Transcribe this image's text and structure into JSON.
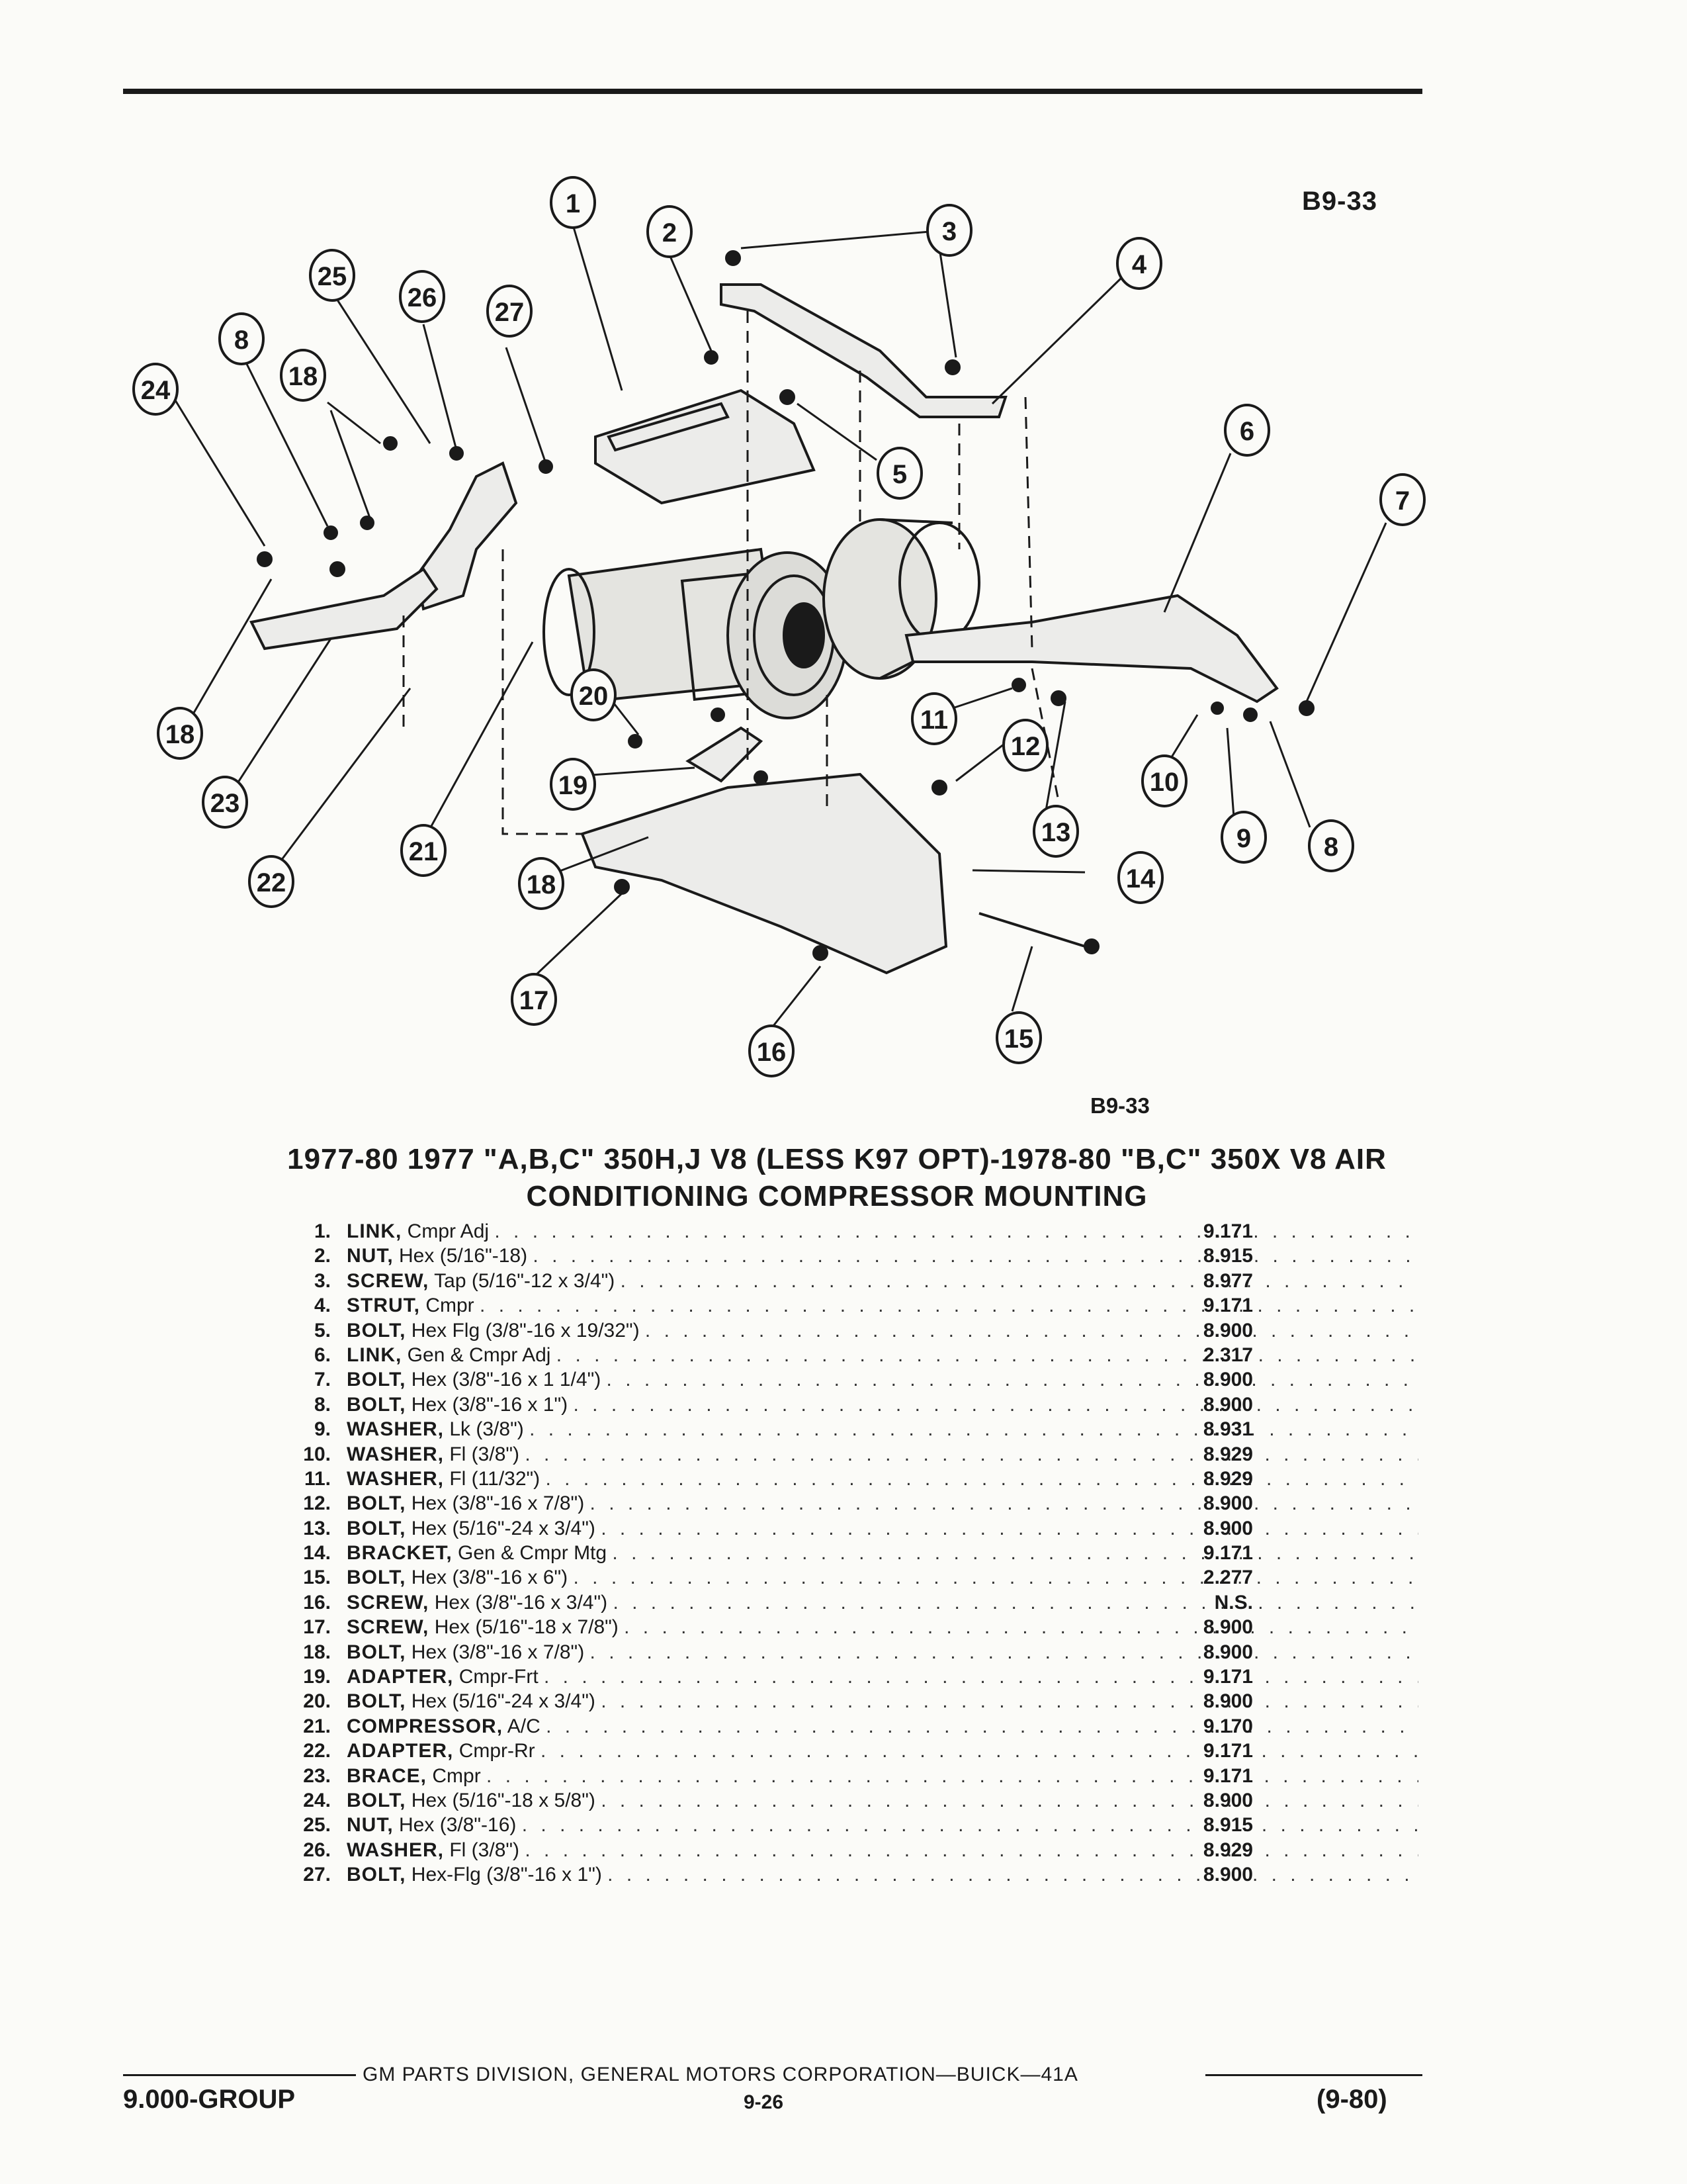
{
  "figure": {
    "code_top": "B9-33",
    "code_bottom": "B9-33"
  },
  "title": {
    "line1": "1977-80 1977 \"A,B,C\" 350H,J V8 (LESS K97 OPT)-1978-80 \"B,C\" 350X V8 AIR",
    "line2": "CONDITIONING COMPRESSOR MOUNTING"
  },
  "callouts": [
    "1",
    "2",
    "3",
    "4",
    "5",
    "6",
    "7",
    "8",
    "8",
    "9",
    "10",
    "11",
    "12",
    "13",
    "14",
    "15",
    "16",
    "17",
    "18",
    "18",
    "18",
    "19",
    "20",
    "21",
    "22",
    "23",
    "24",
    "25",
    "26",
    "27"
  ],
  "parts": [
    {
      "num": "1.",
      "name": "LINK,",
      "spec": "Cmpr Adj",
      "group": "9.171"
    },
    {
      "num": "2.",
      "name": "NUT,",
      "spec": "Hex (5/16\"-18)",
      "group": "8.915"
    },
    {
      "num": "3.",
      "name": "SCREW,",
      "spec": "Tap (5/16\"-12 x 3/4\")",
      "group": "8.977"
    },
    {
      "num": "4.",
      "name": "STRUT,",
      "spec": "Cmpr",
      "group": "9.171"
    },
    {
      "num": "5.",
      "name": "BOLT,",
      "spec": "Hex Flg (3/8\"-16 x 19/32\")",
      "group": "8.900"
    },
    {
      "num": "6.",
      "name": "LINK,",
      "spec": "Gen & Cmpr Adj",
      "group": "2.317"
    },
    {
      "num": "7.",
      "name": "BOLT,",
      "spec": "Hex (3/8\"-16 x 1 1/4\")",
      "group": "8.900"
    },
    {
      "num": "8.",
      "name": "BOLT,",
      "spec": "Hex (3/8\"-16 x 1\")",
      "group": "8.900"
    },
    {
      "num": "9.",
      "name": "WASHER,",
      "spec": "Lk (3/8\")",
      "group": "8.931"
    },
    {
      "num": "10.",
      "name": "WASHER,",
      "spec": "Fl (3/8\")",
      "group": "8.929"
    },
    {
      "num": "11.",
      "name": "WASHER,",
      "spec": "Fl (11/32\")",
      "group": "8.929"
    },
    {
      "num": "12.",
      "name": "BOLT,",
      "spec": "Hex (3/8\"-16 x 7/8\")",
      "group": "8.900"
    },
    {
      "num": "13.",
      "name": "BOLT,",
      "spec": "Hex (5/16\"-24 x 3/4\")",
      "group": "8.900"
    },
    {
      "num": "14.",
      "name": "BRACKET,",
      "spec": "Gen & Cmpr Mtg",
      "group": "9.171"
    },
    {
      "num": "15.",
      "name": "BOLT,",
      "spec": "Hex (3/8\"-16 x 6\")",
      "group": "2.277"
    },
    {
      "num": "16.",
      "name": "SCREW,",
      "spec": "Hex (3/8\"-16 x 3/4\")",
      "group": "N.S."
    },
    {
      "num": "17.",
      "name": "SCREW,",
      "spec": "Hex (5/16\"-18 x 7/8\")",
      "group": "8.900"
    },
    {
      "num": "18.",
      "name": "BOLT,",
      "spec": "Hex (3/8\"-16 x 7/8\")",
      "group": "8.900"
    },
    {
      "num": "19.",
      "name": "ADAPTER,",
      "spec": "Cmpr-Frt",
      "group": "9.171"
    },
    {
      "num": "20.",
      "name": "BOLT,",
      "spec": "Hex (5/16\"-24 x 3/4\")",
      "group": "8.900"
    },
    {
      "num": "21.",
      "name": "COMPRESSOR,",
      "spec": "A/C",
      "group": "9.170"
    },
    {
      "num": "22.",
      "name": "ADAPTER,",
      "spec": "Cmpr-Rr",
      "group": "9.171"
    },
    {
      "num": "23.",
      "name": "BRACE,",
      "spec": "Cmpr",
      "group": "9.171"
    },
    {
      "num": "24.",
      "name": "BOLT,",
      "spec": "Hex (5/16\"-18 x 5/8\")",
      "group": "8.900"
    },
    {
      "num": "25.",
      "name": "NUT,",
      "spec": "Hex (3/8\"-16)",
      "group": "8.915"
    },
    {
      "num": "26.",
      "name": "WASHER,",
      "spec": "Fl (3/8\")",
      "group": "8.929"
    },
    {
      "num": "27.",
      "name": "BOLT,",
      "spec": "Hex-Flg (3/8\"-16 x 1\")",
      "group": "8.900"
    }
  ],
  "footer": {
    "publisher": "GM PARTS DIVISION, GENERAL MOTORS CORPORATION—BUICK—41A",
    "group": "9.000-GROUP",
    "page": "9-26",
    "date": "(9-80)"
  }
}
